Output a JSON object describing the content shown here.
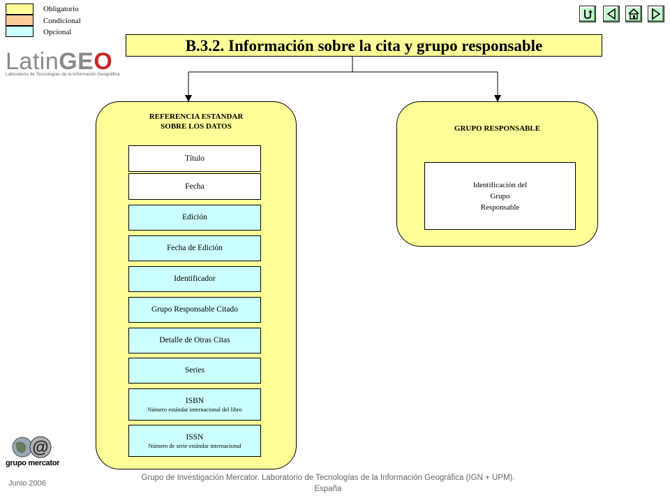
{
  "legend": [
    {
      "label": "Obligatorio",
      "color": "#ffff99"
    },
    {
      "label": "Condicional",
      "color": "#ffcc99"
    },
    {
      "label": "Opcional",
      "color": "#ccffff"
    }
  ],
  "nav": {
    "buttons": [
      "return-icon",
      "previous-icon",
      "home-icon",
      "next-icon"
    ]
  },
  "title": "B.3.2. Información sobre la cita y grupo responsable",
  "logo": {
    "part1": "Latin",
    "part2": "GE",
    "part3": "O",
    "subtitle": "Laboratorio de Tecnologías de la Información Geográfica"
  },
  "left_group": {
    "title_line1": "REFERENCIA ESTANDAR",
    "title_line2": "SOBRE  LOS DATOS",
    "items": [
      {
        "label": "Título",
        "sub": "",
        "status": "mandatory"
      },
      {
        "label": "Fecha",
        "sub": "",
        "status": "mandatory"
      },
      {
        "label": "Edición",
        "sub": "",
        "status": "optional"
      },
      {
        "label": "Fecha de Edición",
        "sub": "",
        "status": "optional"
      },
      {
        "label": "Identificador",
        "sub": "",
        "status": "optional"
      },
      {
        "label": "Grupo Responsable Citado",
        "sub": "",
        "status": "optional"
      },
      {
        "label": "Detalle de  Otras Citas",
        "sub": "",
        "status": "optional"
      },
      {
        "label": "Series",
        "sub": "",
        "status": "optional"
      },
      {
        "label": "ISBN",
        "sub": "Número estándar internacional del libro",
        "status": "optional"
      },
      {
        "label": "ISSN",
        "sub": "Número de serie estándar internacional",
        "status": "optional"
      }
    ]
  },
  "right_group": {
    "title": "GRUPO RESPONSABLE",
    "item": "Identificación del\nGrupo\nResponsable"
  },
  "footer": {
    "date": "Junio 2006",
    "credit_line1": "Grupo de Investigación Mercator. Laboratorio de Tecnologías de la Información Geográfica (IGN + UPM).",
    "credit_line2": "España",
    "mercator_logo_text": "grupo mercator"
  }
}
